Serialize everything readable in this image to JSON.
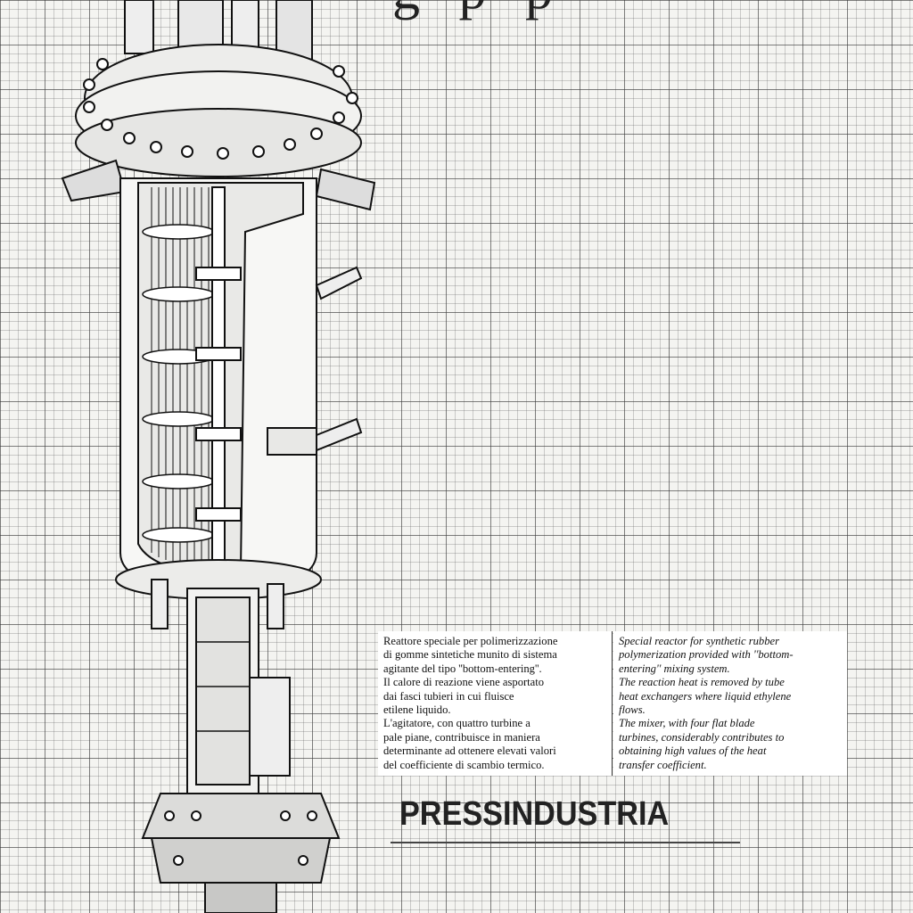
{
  "header": {
    "title_fragment": "g p p"
  },
  "illustration": {
    "subject": "reactor-cutaway-drawing"
  },
  "description_italian": {
    "lines": [
      "Reattore speciale per polimerizzazione",
      "di gomme sintetiche munito di sistema",
      "agitante del tipo ''bottom-entering''.",
      "Il calore di reazione viene asportato",
      "dai fasci tubieri in cui fluisce",
      "etilene liquido.",
      "L'agitatore, con quattro turbine a",
      "pale piane, contribuisce in maniera",
      "determinante ad ottenere elevati valori",
      "del coefficiente di scambio termico."
    ]
  },
  "description_english": {
    "lines": [
      "Special reactor for synthetic rubber",
      "polymerization provided with ''bottom-",
      "entering'' mixing system.",
      "The reaction heat is removed by tube",
      "heat exchangers where liquid ethylene",
      "flows.",
      "The mixer, with four flat blade",
      "turbines, considerably contributes to",
      "obtaining high values of the heat",
      "transfer coefficient."
    ]
  },
  "brand": {
    "name": "PRESSINDUSTRIA"
  }
}
